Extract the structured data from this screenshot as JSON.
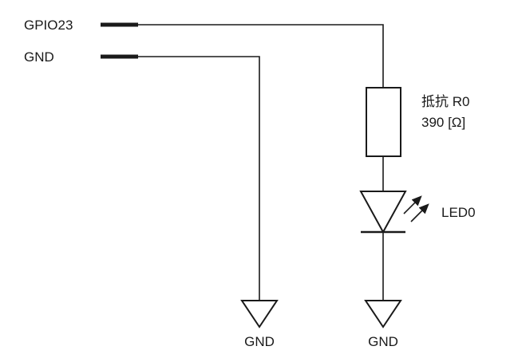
{
  "diagram": {
    "pins": {
      "gpio": "GPIO23",
      "gnd": "GND"
    },
    "resistor": {
      "name": "抵抗 R0",
      "value": "390 [Ω]"
    },
    "led": {
      "label": "LED0"
    },
    "grounds": {
      "left": "GND",
      "right": "GND"
    },
    "colors": {
      "stroke": "#1a1a1a",
      "background": "#ffffff"
    }
  }
}
